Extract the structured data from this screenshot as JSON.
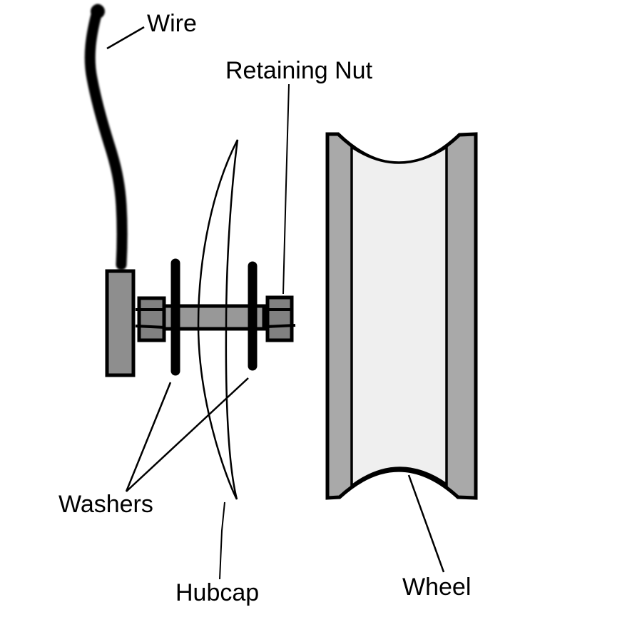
{
  "diagram": {
    "parts": [
      {
        "id": "wire",
        "label": "Wire"
      },
      {
        "id": "retaining-nut",
        "label": "Retaining Nut"
      },
      {
        "id": "washers",
        "label": "Washers"
      },
      {
        "id": "hubcap",
        "label": "Hubcap"
      },
      {
        "id": "wheel",
        "label": "Wheel"
      }
    ]
  },
  "colors": {
    "background": "#ffffff",
    "ink": "#000000",
    "terminal_block": "#8e8e8e",
    "nut": "#818181",
    "axle": "#989898",
    "wheel_rim": "#a9a9a9",
    "wheel_center": "#efefef"
  }
}
